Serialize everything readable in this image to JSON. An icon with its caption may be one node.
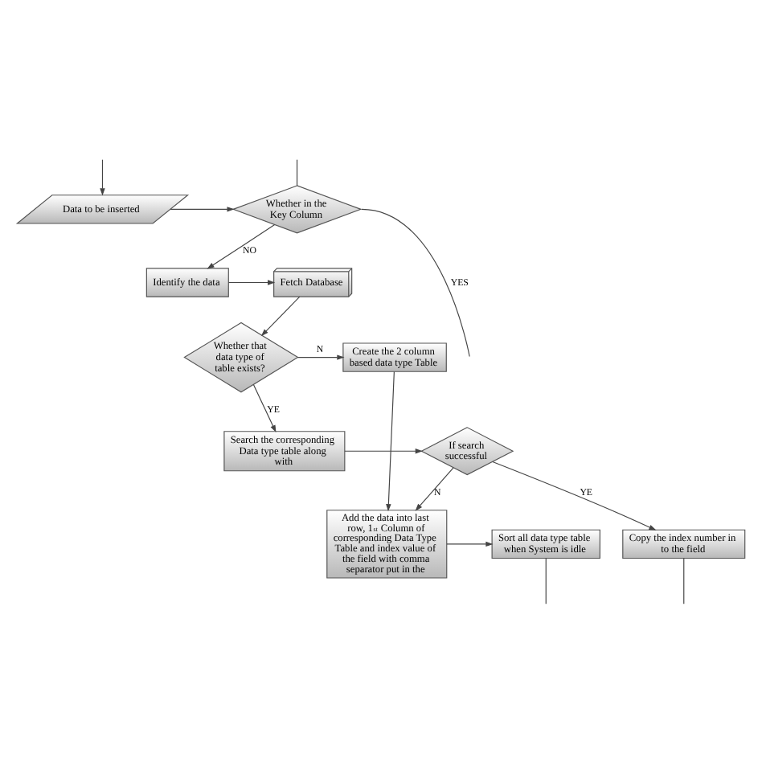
{
  "diagram": {
    "nodes": [
      {
        "text": [
          "Data to be inserted"
        ]
      },
      {
        "text": [
          "Whether in the Key Column"
        ]
      },
      {
        "text": [
          "Identify the data"
        ]
      },
      {
        "text": [
          "Fetch Database"
        ]
      },
      {
        "text": [
          "Whether that data type of table exists?"
        ]
      },
      {
        "text": [
          "Create the 2 column based data type Table"
        ]
      },
      {
        "text": [
          "Search the corresponding Data type table along with"
        ]
      },
      {
        "text": [
          "If search successful"
        ]
      },
      {
        "text": [
          "Add the data into last row, 1$^{st}$ Column of corresponding Data Type Table and index value of the field with comma separator put in the"
        ]
      },
      {
        "text": [
          "Copy the index number in to the field"
        ]
      },
      {
        "text": [
          "Sort all data type table when System is idle"
        ]
      }
    ],
    "edges": [
      {
        "from": null,
        "to": 0,
        "arrow": "to"
      },
      {
        "from": 0,
        "to": 1,
        "arrow": "to"
      },
      {
        "from": 1,
        "to": 2,
        "arrow": "to",
        "label": "NO"
      },
      {
        "from": 1,
        "to": null,
        "arrow": "none",
        "label": "YES"
      },
      {
        "from": null,
        "to": 1,
        "arrow": "none"
      },
      {
        "from": 2,
        "to": 3,
        "arrow": "to"
      },
      {
        "from": 3,
        "to": 4,
        "arrow": "to"
      },
      {
        "from": 4,
        "to": 5,
        "arrow": "to",
        "label": "N"
      },
      {
        "from": 4,
        "to": 6,
        "arrow": "to",
        "label": "YE"
      },
      {
        "from": 6,
        "to": 7,
        "arrow": "to"
      },
      {
        "from": 7,
        "to": 9,
        "arrow": "to",
        "label": "YE"
      },
      {
        "from": 7,
        "to": 8,
        "arrow": "to",
        "label": "N"
      },
      {
        "from": 5,
        "to": 8,
        "arrow": "to"
      },
      {
        "from": 8,
        "to": 10,
        "arrow": "to"
      },
      {
        "from": 9,
        "to": null,
        "arrow": "none"
      },
      {
        "from": 10,
        "to": null,
        "arrow": "none"
      }
    ]
  }
}
